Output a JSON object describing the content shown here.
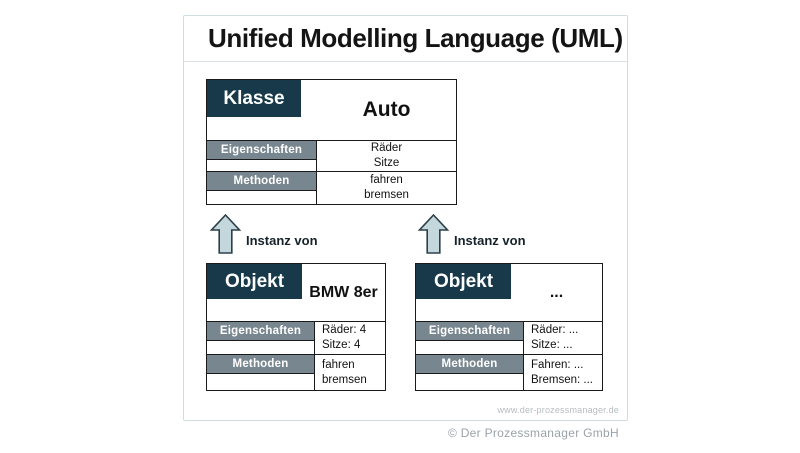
{
  "page": {
    "title": "Unified Modelling Language (UML)",
    "watermark": "www.der-prozessmanager.de",
    "copyright": "© Der Prozessmanager GmbH"
  },
  "colors": {
    "header_dark": "#17394a",
    "bar_gray": "#78868f",
    "arrow_fill": "#c3d7dd",
    "arrow_stroke": "#2d4048",
    "card_border": "#cfdde3"
  },
  "class_box": {
    "type_label": "Klasse",
    "name": "Auto",
    "sections": [
      {
        "label": "Eigenschaften",
        "lines": [
          "Räder",
          "Sitze"
        ]
      },
      {
        "label": "Methoden",
        "lines": [
          "fahren",
          "bremsen"
        ]
      }
    ]
  },
  "arrows": [
    {
      "label": "Instanz von"
    },
    {
      "label": "Instanz von"
    }
  ],
  "object_boxes": [
    {
      "type_label": "Objekt",
      "name": "BMW 8er",
      "sections": [
        {
          "label": "Eigenschaften",
          "lines": [
            "Räder: 4",
            "Sitze: 4"
          ]
        },
        {
          "label": "Methoden",
          "lines": [
            "fahren",
            "bremsen"
          ]
        }
      ]
    },
    {
      "type_label": "Objekt",
      "name": "...",
      "sections": [
        {
          "label": "Eigenschaften",
          "lines": [
            "Räder: ...",
            "Sitze: ..."
          ]
        },
        {
          "label": "Methoden",
          "lines": [
            "Fahren: ...",
            "Bremsen: ..."
          ]
        }
      ]
    }
  ]
}
